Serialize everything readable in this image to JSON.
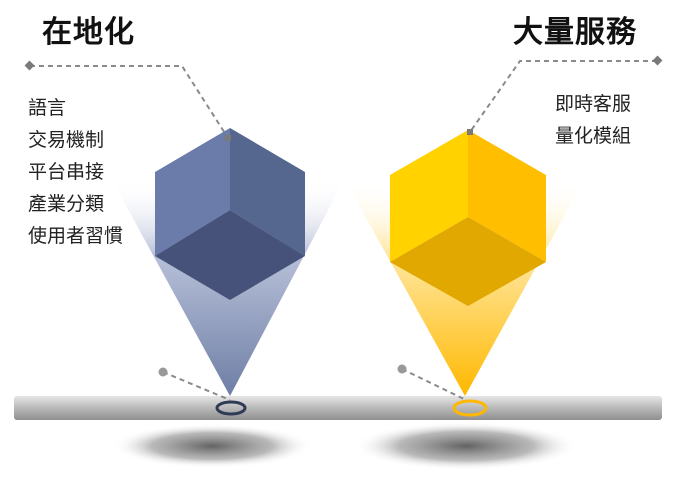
{
  "left": {
    "title": "在地化",
    "items": [
      "語言",
      "交易機制",
      "平台串接",
      "產業分類",
      "使用者習慣"
    ]
  },
  "right": {
    "title": "大量服務",
    "items": [
      "即時客服",
      "量化模組"
    ]
  },
  "colors": {
    "blue_light": "#6B7CAA",
    "blue_mid": "#55668F",
    "blue_dark": "#46527A",
    "gold_light": "#FFD200",
    "gold_mid": "#FFBE00",
    "gold_dark": "#E0A800",
    "dash": "#8A8A8A"
  }
}
